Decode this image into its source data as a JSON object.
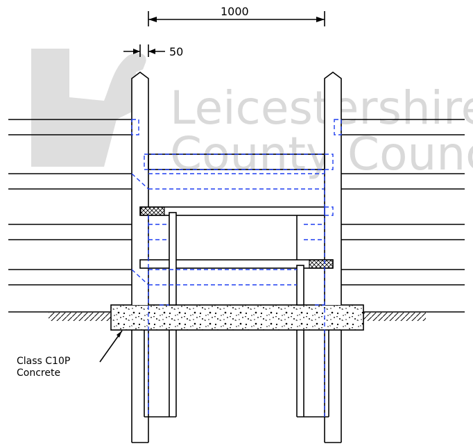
{
  "watermark": {
    "line1": "Leicestershire",
    "line2": "County Council"
  },
  "dimensions": {
    "overall_width": "1000",
    "post_width": "50"
  },
  "annotation": {
    "material_line1": "Class C10P",
    "material_line2": "Concrete"
  },
  "colors": {
    "line": "#000000",
    "hidden_line": "#1f3ff0",
    "watermark": "#d9d9d9"
  }
}
